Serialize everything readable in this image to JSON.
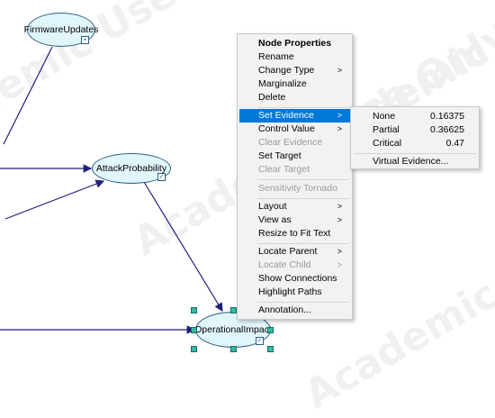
{
  "watermark_text": "Academic Use Only",
  "colors": {
    "node_fill": "#e1f6fb",
    "node_border": "#2a5d84",
    "arc": "#1f1f7a",
    "highlight": "#0078d7",
    "handle": "#33b9a5"
  },
  "nodes": {
    "firmware": "FirmwareUpdates",
    "attack": "AttackProbability",
    "operational": "OperationalImpact"
  },
  "context_menu": {
    "node_properties": "Node Properties",
    "rename": "Rename",
    "change_type": "Change Type",
    "marginalize": "Marginalize",
    "delete": "Delete",
    "set_evidence": "Set Evidence",
    "control_value": "Control Value",
    "clear_evidence": "Clear Evidence",
    "set_target": "Set Target",
    "clear_target": "Clear Target",
    "sensitivity_tornado": "Sensitivity Tornado",
    "layout": "Layout",
    "view_as": "View as",
    "resize_to_fit": "Resize to Fit Text",
    "locate_parent": "Locate Parent",
    "locate_child": "Locate Child",
    "show_connections": "Show Connections",
    "highlight_paths": "Highlight Paths",
    "annotation": "Annotation...",
    "submenu_arrow": ">"
  },
  "evidence_submenu": {
    "states": [
      {
        "label": "None",
        "value": "0.16375"
      },
      {
        "label": "Partial",
        "value": "0.36625"
      },
      {
        "label": "Critical",
        "value": "0.47"
      }
    ],
    "virtual_evidence": "Virtual Evidence..."
  }
}
